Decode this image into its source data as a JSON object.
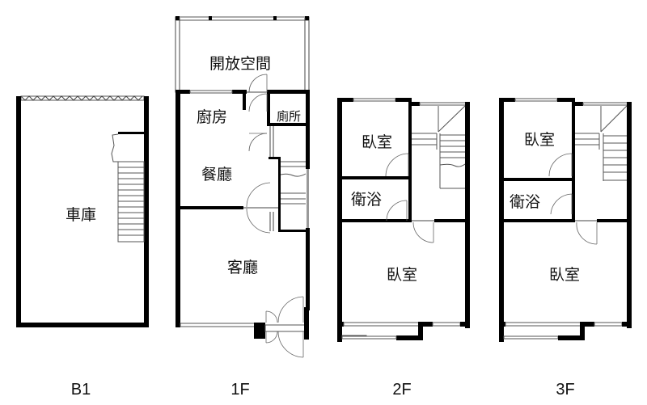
{
  "floors": [
    {
      "id": "B1",
      "label": "B1",
      "rooms": [
        {
          "name": "車庫"
        }
      ]
    },
    {
      "id": "1F",
      "label": "1F",
      "rooms": [
        {
          "name": "開放空間"
        },
        {
          "name": "廚房"
        },
        {
          "name": "廁所"
        },
        {
          "name": "餐廳"
        },
        {
          "name": "客廳"
        }
      ]
    },
    {
      "id": "2F",
      "label": "2F",
      "rooms": [
        {
          "name": "臥室"
        },
        {
          "name": "衛浴"
        },
        {
          "name": "臥室"
        }
      ]
    },
    {
      "id": "3F",
      "label": "3F",
      "rooms": [
        {
          "name": "臥室"
        },
        {
          "name": "衛浴"
        },
        {
          "name": "臥室"
        }
      ]
    }
  ],
  "colors": {
    "wall": "#000000",
    "background": "#ffffff",
    "line": "#555555"
  }
}
